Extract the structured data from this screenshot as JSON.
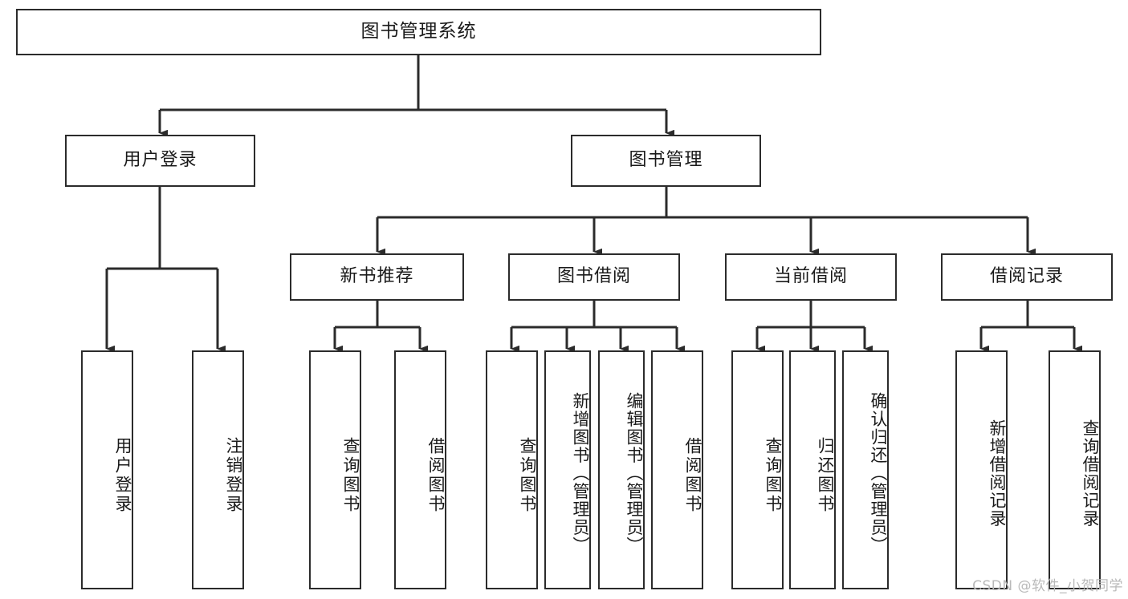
{
  "diagram": {
    "title": "图书管理系统",
    "type": "tree",
    "root": {
      "label": "图书管理系统"
    },
    "level2": [
      {
        "label": "用户登录"
      },
      {
        "label": "图书管理"
      }
    ],
    "level3": [
      {
        "label": "新书推荐"
      },
      {
        "label": "图书借阅"
      },
      {
        "label": "当前借阅"
      },
      {
        "label": "借阅记录"
      }
    ],
    "leaves": {
      "user_login": [
        {
          "label": "用户登录"
        },
        {
          "label": "注销登录"
        }
      ],
      "new_book_recommend": [
        {
          "label": "查询图书"
        },
        {
          "label": "借阅图书"
        }
      ],
      "book_borrow": [
        {
          "label": "查询图书"
        },
        {
          "label": "新增图书（管理员）"
        },
        {
          "label": "编辑图书（管理员）"
        },
        {
          "label": "借阅图书"
        }
      ],
      "current_borrow": [
        {
          "label": "查询图书"
        },
        {
          "label": "归还图书"
        },
        {
          "label": "确认归还（管理员）"
        }
      ],
      "borrow_record": [
        {
          "label": "新增借阅记录"
        },
        {
          "label": "查询借阅记录"
        }
      ]
    }
  },
  "watermark": {
    "text": "CSDN @软件_小贺同学"
  },
  "colors": {
    "stroke": "#2b2b2b",
    "background": "#ffffff",
    "text": "#1a1a1a",
    "watermark": "#b9b9b9"
  }
}
